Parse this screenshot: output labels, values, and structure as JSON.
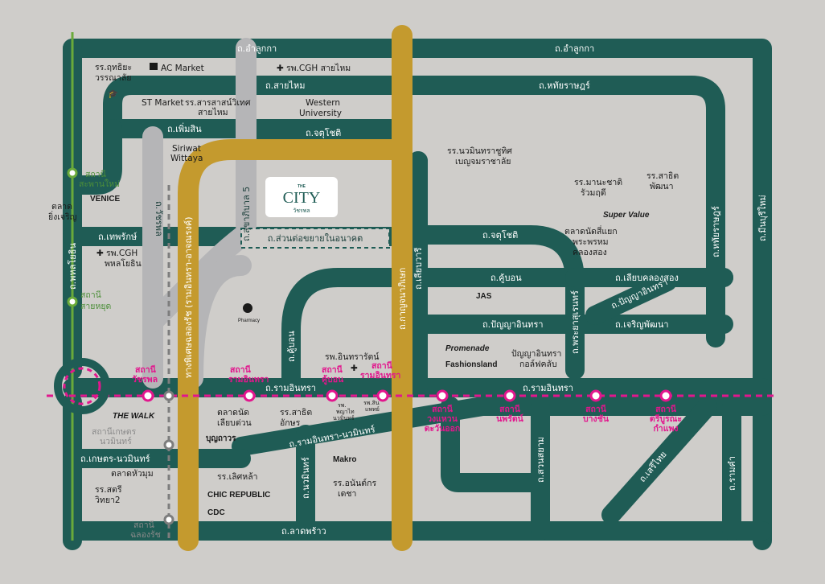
{
  "roads": {
    "amphur_top": "ถ.อำลูกกา",
    "amphur_right": "ถ.อำลูกกา",
    "saimai": "ถ.สายไหม",
    "hathairat_top": "ถ.หทัยราษฎร์",
    "phermsin": "ถ.เพิ่มสิน",
    "chatuchot_top": "ถ.จตุโชติ",
    "vacharapol": "ถ.วัชรพล",
    "sukhapiban5": "ถ.สุขาภิบาล 5",
    "theprak": "ถ.เทพรักษ์",
    "phaholyothin": "ถ.พหลโยธิน",
    "chatuchot_mid": "ถ.จตุโชติ",
    "khubon": "ถ.คู้บอน",
    "liab_khlong_song": "ถ.เลียบคลองสอง",
    "panya_inthra_diag": "ถ.ปัญญาอินทรา",
    "charoen_phatthana": "ถ.เจริญพัฒนา",
    "panya_inthra": "ถ.ปัญญาอินทรา",
    "phraya_suren": "ถ.พระยาสุเรนทร์",
    "hathairat_right": "ถ.หทัยราษฎร์",
    "min_mai": "ถ.มีนบุรีใหม่",
    "ram_inthra_left": "ถ.รามอินทรา",
    "ram_inthra_right": "ถ.รามอินทรา",
    "kaset_nawamin_diag": "ถ.รามอินทรา-นวมินทร์",
    "kaset_nawamin": "ถ.เกษตร-นวมินทร์",
    "nawamin": "ถ.นวมินทร์",
    "khubon_vert": "ถ.คู้บอน",
    "sukhaphiban2": "ถ.สวนสยาม",
    "seri_thai": "ถ.เสรีไทย",
    "min_buri": "ถ.รามคำ",
    "lat_phrao": "ถ.ลาดพร้าว",
    "liap_wari": "ถ.เลียบวารี",
    "kanchanaphisek": "ถ.กาญจนาภิเษก",
    "expressway": "ทางพิเศษฉลองรัช (รามอินทรา-อาจณรงค์)",
    "future_extension": "ถ.ส่วนต่อขยายในอนาคต"
  },
  "project": {
    "the": "THE",
    "name": "CITY",
    "sub": "วัชรพล"
  },
  "stations": {
    "saphan_mai": [
      "สถานี",
      "สะพานใหม่"
    ],
    "sai_yud": [
      "สถานี",
      "สายหยุด"
    ],
    "top1": [
      "สถานี",
      "วัชรพล"
    ],
    "top2": [
      "สถานี",
      "รามอินทรา"
    ],
    "top3": [
      "สถานี",
      "คู้บอน"
    ],
    "top4": [
      "สถานี",
      "รามอินทรา"
    ],
    "b1": [
      "สถานี",
      "วงแหวน",
      "ตะวันออก"
    ],
    "b2": [
      "สถานี",
      "นพรัตน์"
    ],
    "b3": [
      "สถานี",
      "บางชัน"
    ],
    "b4": [
      "สถานี",
      "ตรีบูรณะ",
      "กำแพง"
    ],
    "kaset_nawamin": [
      "สถานีเกษตร",
      "นวมินทร์"
    ],
    "chalong_rat": [
      "สถานี",
      "ฉลองรัช"
    ]
  },
  "places": {
    "school_ratanakosin": [
      "รร.ฤทธิยะ",
      "วรรณาลัย"
    ],
    "ac_market": "AC Market",
    "cgh_saimai": "รพ.CGH สายไหม",
    "st_market": "ST Market",
    "sarasas": [
      "รร.สารสาสน์วิเทศ",
      "สายไหม"
    ],
    "western": [
      "Western",
      "University"
    ],
    "siriwat": [
      "Siriwat",
      "Wittaya"
    ],
    "navamintra": [
      "รร.นวมินทราชูทิศ",
      "เบญจมราชาลัย"
    ],
    "manachart": [
      "รร.มานะชาติ",
      "รัวมฤดี"
    ],
    "sathit": [
      "รร.สาธิต",
      "พัฒนา"
    ],
    "venice": "VENICE",
    "talad_yingcharoen": [
      "ตลาด",
      "ยิ่งเจริญ"
    ],
    "cgh_phahol": [
      "รพ.CGH",
      "พหลโยธิน"
    ],
    "supervalu": "Super Value",
    "talad_sisaeng": [
      "ตลาดนัดสี่แยก",
      "พระพรหม",
      "คลองสอง"
    ],
    "pharmacy": "Pharmacy",
    "jas": "JAS",
    "promenade": "Promenade",
    "fashion": "Fashionsland",
    "panya_golf": [
      "ปัญญาอินทรา",
      "กอล์ฟคลับ"
    ],
    "rama_inthra_hosp": "รพ.อินทรารัตน์",
    "the_walk": "THE WALK",
    "talad_nat": [
      "ตลาดนัด",
      "เลียบด่วน"
    ],
    "rr_ram": [
      "รร.สาธิต",
      "อักษร"
    ],
    "phyathai": [
      "รพ.",
      "พญาไท",
      "นวมินทร์"
    ],
    "sin_phaet": [
      "รพ.สิน",
      "แพทย์"
    ],
    "bunthavorn": "บุญถาวร",
    "talad_huamum": "ตลาดหัวมุม",
    "rr_satri": [
      "รร.สตรี",
      "วิทยา2"
    ],
    "rr_lertla": "รร.เลิศหล้า",
    "chic": "CHIC REPUBLIC",
    "cdc": "CDC",
    "rr_undikorn": [
      "รร.อนันต์กร",
      "เดชา"
    ],
    "makro": "Makro"
  },
  "colors": {
    "road": "#1f5c55",
    "expressway": "#c49a2e",
    "elevated": "#b5b5b7",
    "pink_line": "#e2168d",
    "green_line": "#6aaa3a",
    "background": "#cfcdca"
  }
}
